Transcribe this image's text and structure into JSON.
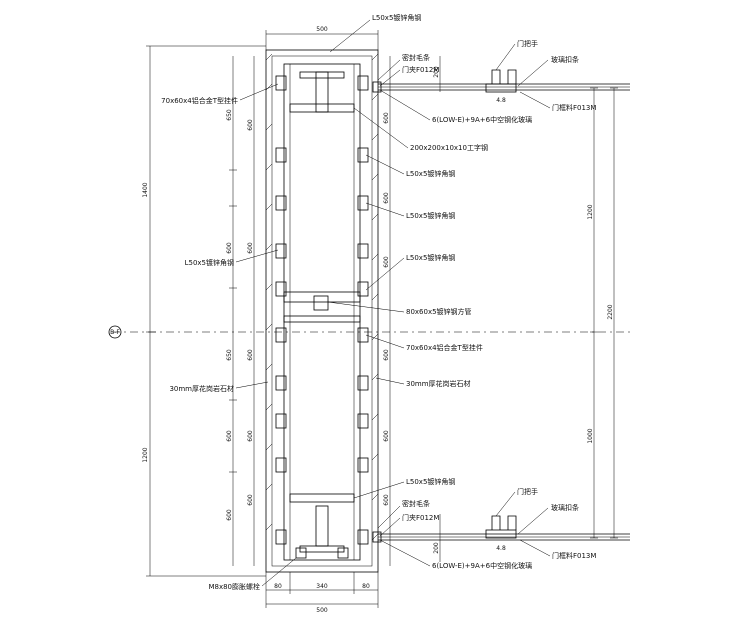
{
  "annotations": {
    "angle_top": "L50x5镀锌角钢",
    "seal_strip_top": "密封毛条",
    "door_fitting_top": "门夹F012M",
    "door_handle_top": "门把手",
    "glass_clip_top": "玻璃扣条",
    "door_frame_top": "门框料F013M",
    "alu_hanger_left": "70x60x4铝合金T型挂件",
    "glass_top": "6(LOW-E)+9A+6中空钢化玻璃",
    "i_beam": "200x200x10x10工字钢",
    "angle_r1": "L50x5镀锌角钢",
    "angle_r2": "L50x5镀锌角钢",
    "angle_left": "L50x5镀锌角钢",
    "angle_r3": "L50x5镀锌角钢",
    "square_tube": "80x60x5镀锌钢方管",
    "alu_hanger_right": "70x60x4铝合金T型挂件",
    "granite_left": "30mm厚花岗岩石材",
    "granite_right": "30mm厚花岗岩石材",
    "angle_bottom": "L50x5镀锌角钢",
    "seal_strip_bottom": "密封毛条",
    "door_fitting_bottom": "门夹F012M",
    "door_handle_bottom": "门把手",
    "glass_clip_bottom": "玻璃扣条",
    "door_frame_bottom": "门框料F013M",
    "glass_bottom": "6(LOW-E)+9A+6中空钢化玻璃",
    "anchor_bolt": "M8x80膨胀螺栓"
  },
  "dimensions": {
    "top_width": "500",
    "bottom_width": "500",
    "bottom_inner": "340",
    "bottom_side_left": "80",
    "bottom_side_right": "80",
    "left_total_upper": "1400",
    "left_total_lower": "1200",
    "left_seg_1": "650",
    "left_seg_2": "600",
    "left_seg_3": "650",
    "left_seg_4": "600",
    "left_seg_5": "600",
    "inner_seg_1": "600",
    "inner_seg_2": "600",
    "inner_seg_3": "600",
    "inner_seg_4": "600",
    "inner_seg_5": "600",
    "right_seg_1": "600",
    "right_seg_2": "600",
    "right_seg_3": "600",
    "right_seg_4": "600",
    "right_seg_5": "600",
    "right_seg_6": "600",
    "door_top_offset": "200",
    "door_bottom_offset": "200",
    "glass_gap_top": "4.8",
    "glass_gap_bottom": "4.8",
    "door_width_upper": "1200",
    "door_width_total": "2200",
    "door_width_lower": "1000"
  },
  "axis_marker": "B-F"
}
